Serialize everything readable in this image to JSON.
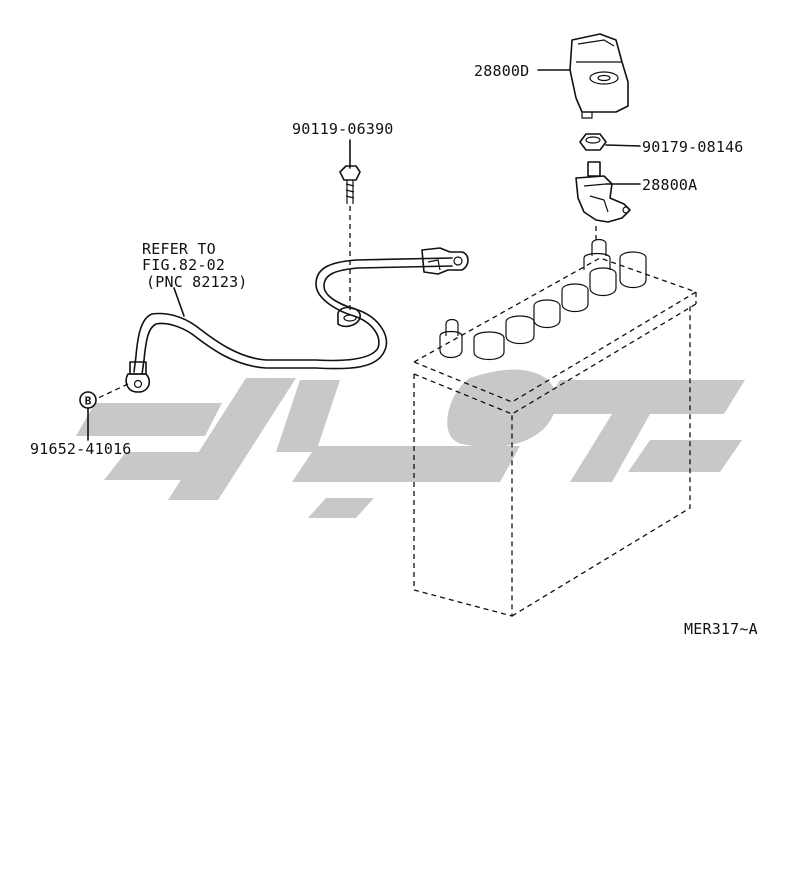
{
  "labels": {
    "part_28800D": "28800D",
    "part_90179": "90179-08146",
    "part_28800A": "28800A",
    "part_90119": "90119-06390",
    "refer_line1": "REFER TO",
    "refer_line2": "FIG.82-02",
    "refer_line3": "(PNC 82123)",
    "marker_b": "B",
    "part_91652": "91652-41016",
    "diagram_code": "MER317~A"
  },
  "colors": {
    "line": "#111111",
    "watermark": "#c8c8c8",
    "background": "#ffffff"
  }
}
